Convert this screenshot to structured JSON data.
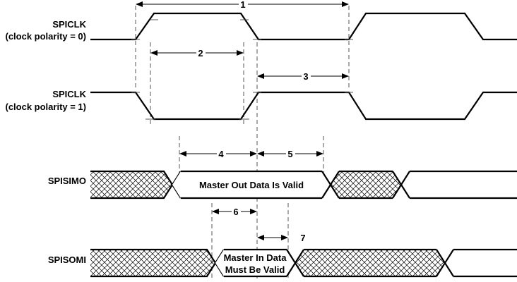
{
  "signals": {
    "spiclk_pol0_line1": "SPICLK",
    "spiclk_pol0_line2": "(clock polarity = 0)",
    "spiclk_pol1_line1": "SPICLK",
    "spiclk_pol1_line2": "(clock polarity = 1)",
    "spisimo": "SPISIMO",
    "spisomi": "SPISOMI"
  },
  "data_windows": {
    "master_out": "Master Out Data Is Valid",
    "master_in_line1": "Master In Data",
    "master_in_line2": "Must Be Valid"
  },
  "timing_labels": {
    "t1": "1",
    "t2": "2",
    "t3": "3",
    "t4": "4",
    "t5": "5",
    "t6": "6",
    "t7": "7"
  }
}
